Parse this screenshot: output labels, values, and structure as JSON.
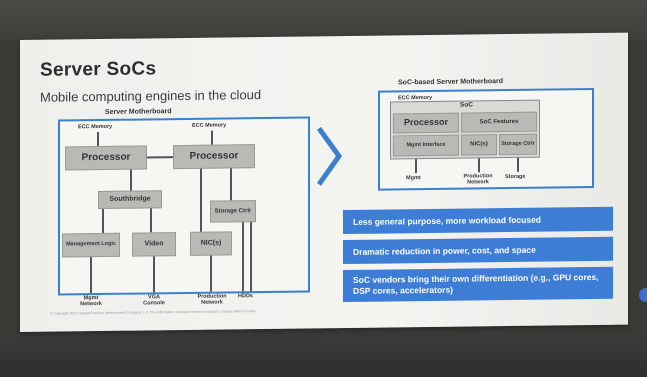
{
  "slide": {
    "title": "Server SoCs",
    "subtitle": "Mobile computing engines in the cloud",
    "footer": "© Copyright 2012 Hewlett-Packard Development Company, L.P. The information contained herein is subject to change without notice."
  },
  "left_diagram": {
    "title": "Server Motherboard",
    "ecc_left": "ECC Memory",
    "ecc_right": "ECC Memory",
    "processor_left": "Processor",
    "processor_right": "Processor",
    "southbridge": "Southbridge",
    "storage_ctrlr": "Storage Ctrlr",
    "management_logic": "Management Logic",
    "video": "Video",
    "nics": "NIC(s)",
    "bottom_labels": {
      "mgmt_network": "Mgmt Network",
      "vga_console": "VGA Console",
      "production_network": "Production Network",
      "hdds": "HDDs"
    }
  },
  "right_diagram": {
    "title": "SoC-based Server Motherboard",
    "ecc": "ECC Memory",
    "soc": "SoC",
    "processor": "Processor",
    "soc_features": "SoC Features",
    "mgmt_interface": "Mgmt Interface",
    "nics": "NIC(s)",
    "storage_ctrlr": "Storage Ctrlr",
    "bottom_labels": {
      "mgmt": "Mgmt",
      "production_network": "Production Network",
      "storage": "Storage"
    }
  },
  "banners": [
    "Less general purpose, more workload focused",
    "Dramatic reduction in power, cost, and space",
    "SoC vendors bring their own differentiation (e.g., GPU cores, DSP cores, accelerators)"
  ],
  "colors": {
    "accent_blue": "#3d7dd6",
    "board_border": "#3b7fcf",
    "block_gray": "#b9b9b5"
  }
}
